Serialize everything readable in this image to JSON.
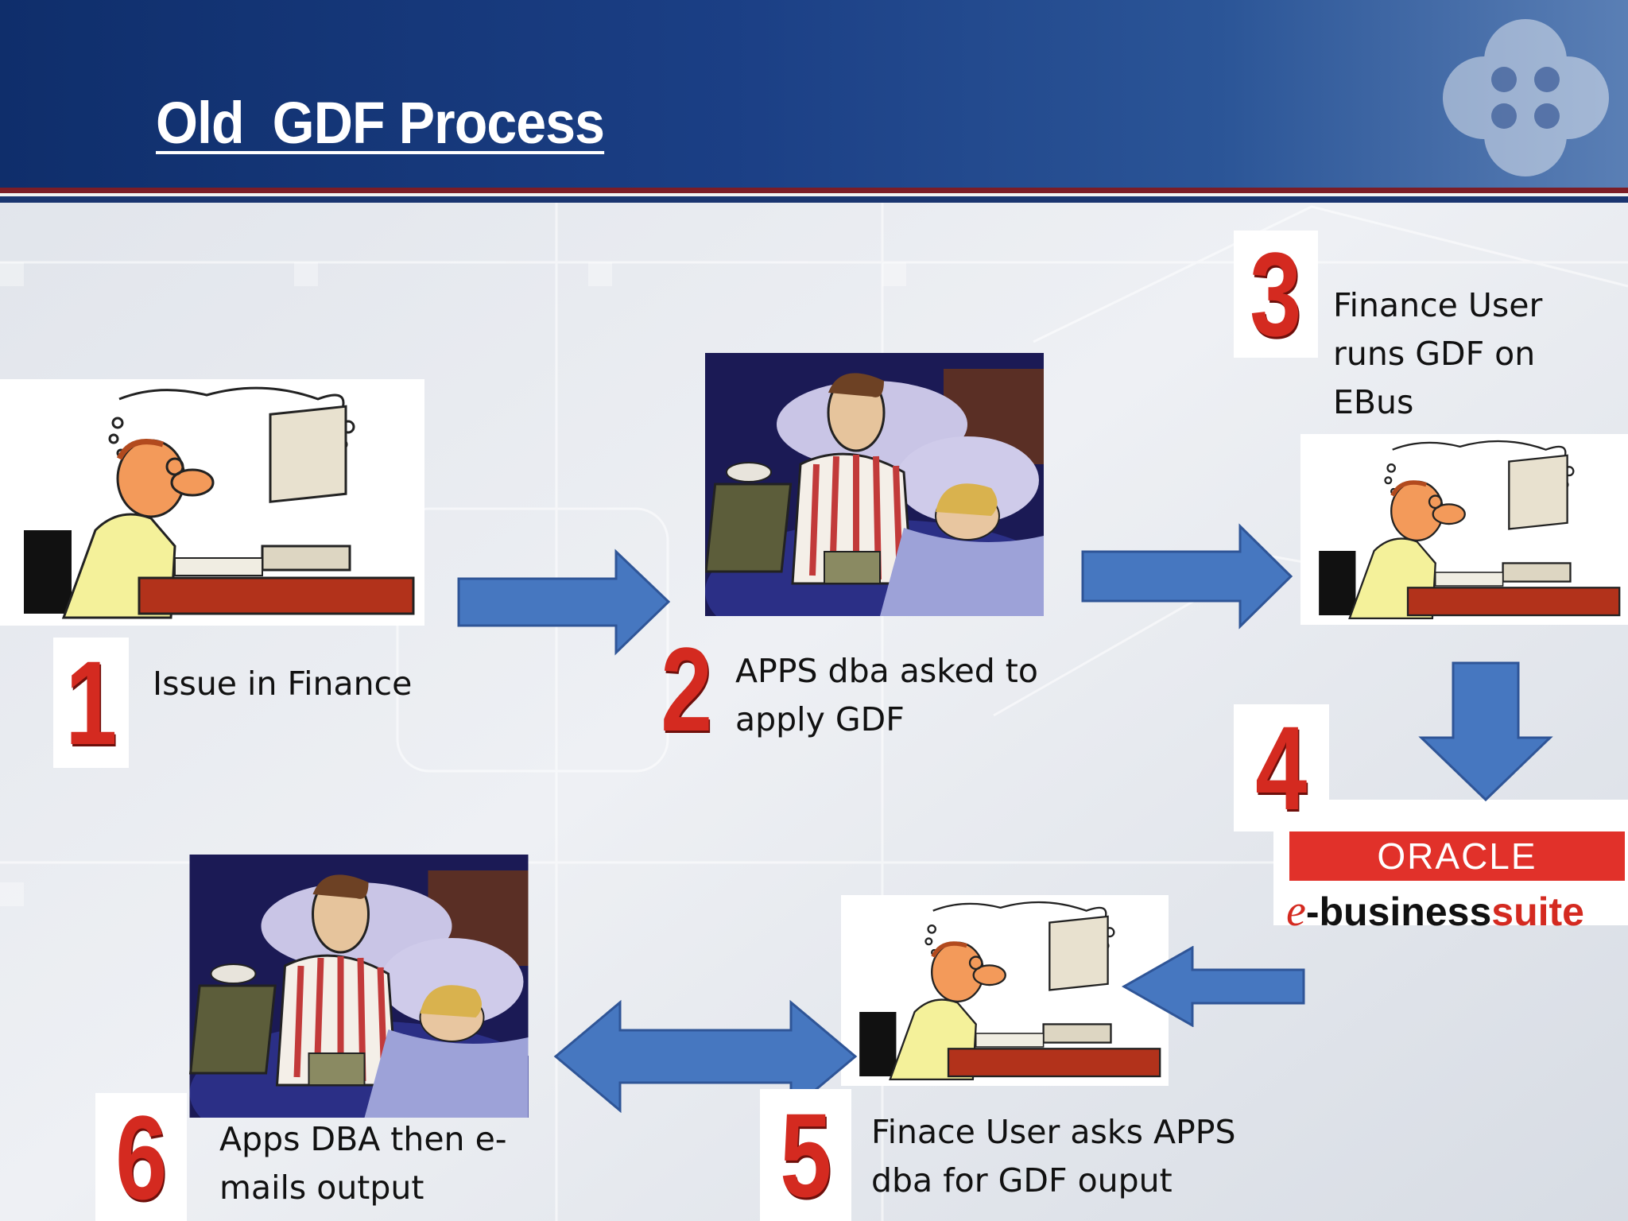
{
  "slide": {
    "title": "Old  GDF Process",
    "colors": {
      "header": "#1b3f85",
      "arrow": "#4677c0",
      "number_red": "#d42a20"
    }
  },
  "steps": [
    {
      "number": "1",
      "text": "Issue in Finance",
      "image": "office-worker-cartoon"
    },
    {
      "number": "2",
      "text": "APPS dba asked to apply GDF",
      "image": "man-awake-in-bed-cartoon"
    },
    {
      "number": "3",
      "text": "Finance User runs GDF on EBus",
      "image": "office-worker-cartoon"
    },
    {
      "number": "4",
      "text": "",
      "image": "oracle-ebusiness-suite-logo"
    },
    {
      "number": "5",
      "text": "Finace User asks APPS dba for GDF ouput",
      "image": "office-worker-cartoon"
    },
    {
      "number": "6",
      "text": "Apps DBA then e-mails output",
      "image": "man-awake-in-bed-cartoon"
    }
  ],
  "captions": {
    "step1": "Issue in Finance",
    "step2_line1": "APPS dba asked to",
    "step2_line2": "apply GDF",
    "step3_line1": "Finance User",
    "step3_line2": "runs GDF on",
    "step3_line3": "EBus",
    "step5_line1": "Finace User asks APPS",
    "step5_line2": "dba for GDF ouput",
    "step6_line1": "Apps DBA then e-",
    "step6_line2": "mails output"
  },
  "oracle_logo": {
    "brand": "ORACLE",
    "e": "e",
    "business": "-business",
    "suite": "suite"
  }
}
